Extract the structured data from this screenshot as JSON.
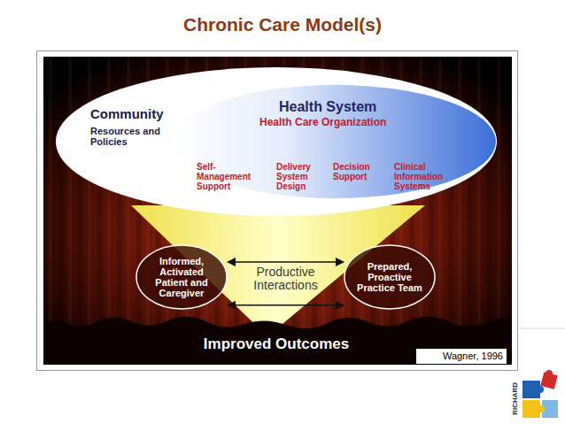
{
  "diagram": {
    "title": "Chronic Care Model(s)",
    "nodes": [
      {
        "text": [
          "Community",
          "Resources and Policies"
        ]
      },
      {
        "text": [
          "Health System",
          "Health Care Organization",
          "Self-Management Support",
          "Delivery System Design",
          "Decision Support",
          "Clinical Information Systems"
        ],
        "in": 0
      },
      {
        "text": [
          "Informed, Activated Patient and Caregiver"
        ]
      },
      {
        "text": [
          "Prepared, Proactive Practice Team"
        ]
      },
      {
        "text": [
          "Wagner, 1996"
        ]
      }
    ],
    "edges": [
      {
        "from": 2,
        "to": 3,
        "arrow": "both",
        "label": "Productive Interactions"
      },
      {
        "from": 2,
        "to": 3,
        "arrow": "both"
      }
    ],
    "labels": [
      "Improved Outcomes",
      "RICHARD"
    ]
  }
}
